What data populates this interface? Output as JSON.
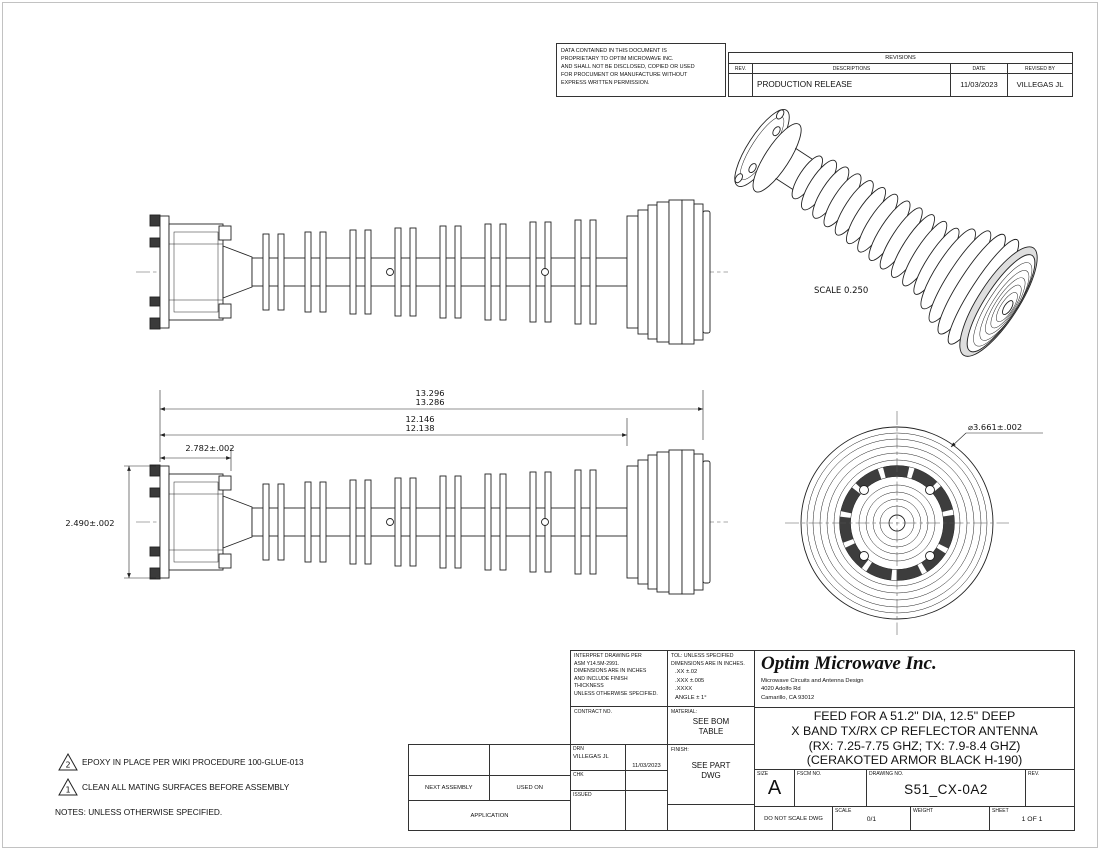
{
  "proprietary": {
    "lines": [
      "DATA CONTAINED IN THIS DOCUMENT IS",
      "PROPRIETARY TO OPTIM MICROWAVE INC.",
      "AND SHALL NOT BE DISCLOSED, COPIED OR USED",
      "FOR PROCUMENT OR MANUFACTURE WITHOUT",
      "EXPRESS WRITTEN PERMISSION."
    ]
  },
  "revisions": {
    "title": "REVISIONS",
    "col_rev": "REV.",
    "col_desc": "DESCRIPTIONS",
    "col_date": "DATE",
    "col_by": "REVISED BY",
    "row": {
      "rev": "",
      "desc": "PRODUCTION RELEASE",
      "date": "11/03/2023",
      "by": "VILLEGAS JL"
    }
  },
  "views": {
    "iso_scale": "SCALE  0.250",
    "dim_overall_hi": "13.296",
    "dim_overall_lo": "13.286",
    "dim_body_hi": "12.146",
    "dim_body_lo": "12.138",
    "dim_flange_len": "2.782±.002",
    "dim_flange_h": "2.490±.002",
    "dim_aperture": "⌀3.661±.002"
  },
  "notes": {
    "flag_2_num": "2",
    "flag_2": "EPOXY IN PLACE PER WIKI PROCEDURE 100-GLUE-013",
    "flag_1_num": "1",
    "flag_1": "CLEAN ALL MATING SURFACES BEFORE ASSEMBLY",
    "general": "NOTES: UNLESS OTHERWISE SPECIFIED."
  },
  "title_block": {
    "interpret_lines": [
      "INTERPRET DRAWING PER",
      "ASM Y14.5M-2991.",
      "DIMENSIONS ARE IN INCHES",
      "AND INCLUDE FINISH",
      "THICKNESS",
      "UNLESS OTHERWISE SPECIFIED."
    ],
    "tol_lines": [
      "TOL: UNLESS SPECIFIED",
      "DIMENSIONS ARE IN INCHES.",
      ".XX  ±.02",
      ".XXX ±.005",
      ".XXXX",
      "ANGLE ± 1°"
    ],
    "contract_label": "CONTRACT NO.",
    "material_label": "MATERIAL:",
    "material_line1": "SEE BOM",
    "material_line2": "TABLE",
    "finish_label": "FINISH:",
    "finish_line1": "SEE PART",
    "finish_line2": "DWG",
    "drn_label": "DRN",
    "drn_name": "VILLEGAS JL",
    "drn_date": "11/03/2023",
    "chk_label": "CHK",
    "issued_label": "ISSUED",
    "next_assembly": "NEXT ASSEMBLY",
    "used_on": "USED ON",
    "application": "APPLICATION",
    "company_name": "Optim Microwave Inc.",
    "company_sub": "Microwave Circuits and Antenna Design",
    "company_addr1": "4020 Adolfo Rd",
    "company_addr2": "Camarillo, CA 93012",
    "title_lines": [
      "FEED FOR A 51.2\" DIA, 12.5\" DEEP",
      "X BAND TX/RX CP REFLECTOR ANTENNA",
      "(RX: 7.25-7.75 GHZ; TX: 7.9-8.4 GHZ)",
      "(CERAKOTED ARMOR BLACK H-190)"
    ],
    "size_label": "SIZE",
    "size_value": "A",
    "fscm_label": "FSCM NO.",
    "dwgno_label": "DRAWING NO.",
    "dwgno_value": "S51_CX-0A2",
    "rev_label": "REV.",
    "do_not_scale": "DO NOT SCALE DWG",
    "scale_label": "SCALE",
    "scale_value": "0/1",
    "weight_label": "WEIGHT",
    "sheet_label": "SHEET",
    "sheet_value": "1 OF 1"
  }
}
